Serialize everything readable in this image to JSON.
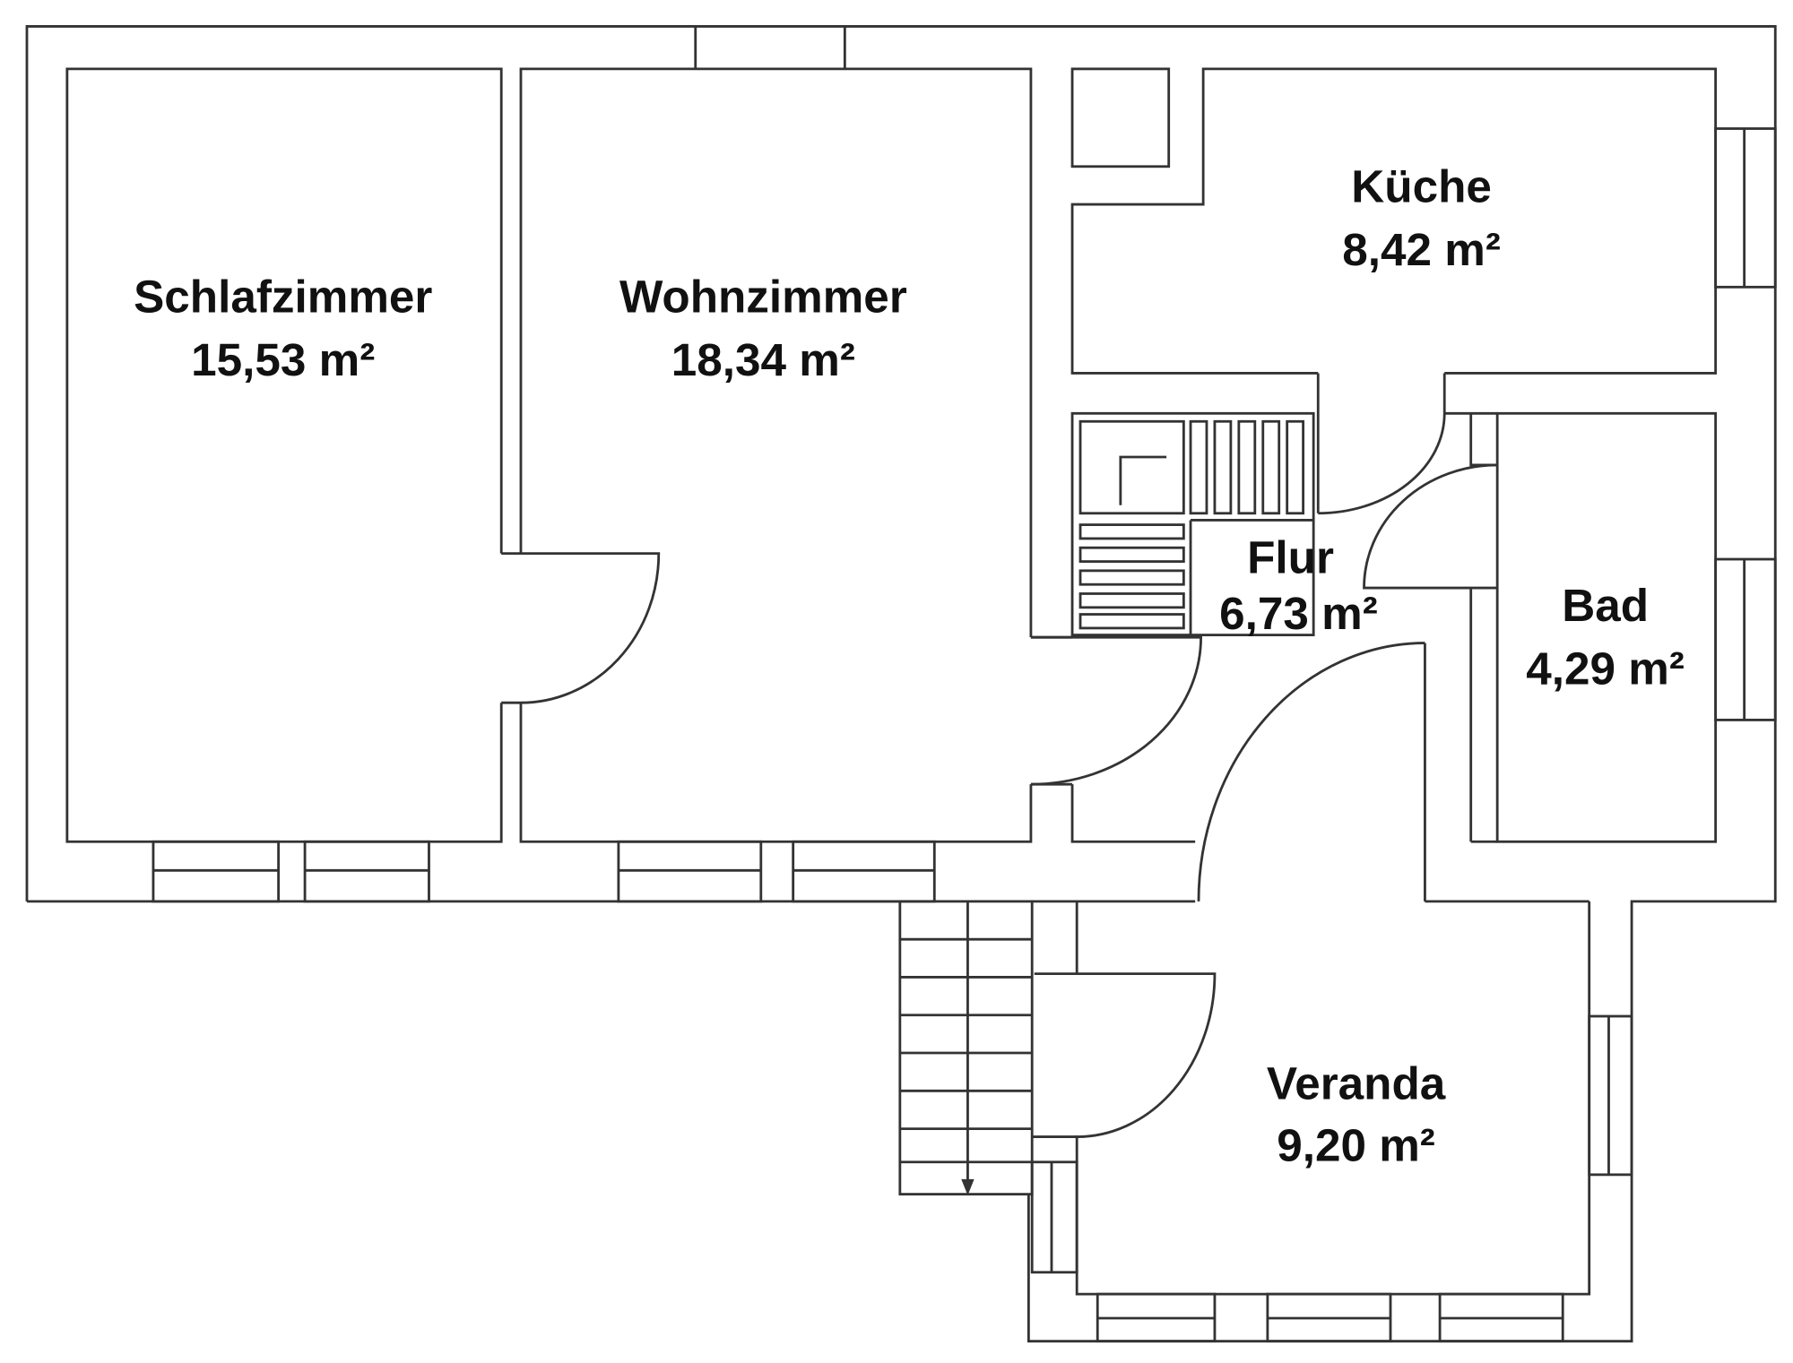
{
  "rooms": [
    {
      "name": "Schlafzimmer",
      "area": "15,53 m²"
    },
    {
      "name": "Wohnzimmer",
      "area": "18,34 m²"
    },
    {
      "name": "Küche",
      "area": "8,42 m²"
    },
    {
      "name": "Flur",
      "area": "6,73 m²"
    },
    {
      "name": "Bad",
      "area": "4,29 m²"
    },
    {
      "name": "Veranda",
      "area": "9,20 m²"
    }
  ]
}
